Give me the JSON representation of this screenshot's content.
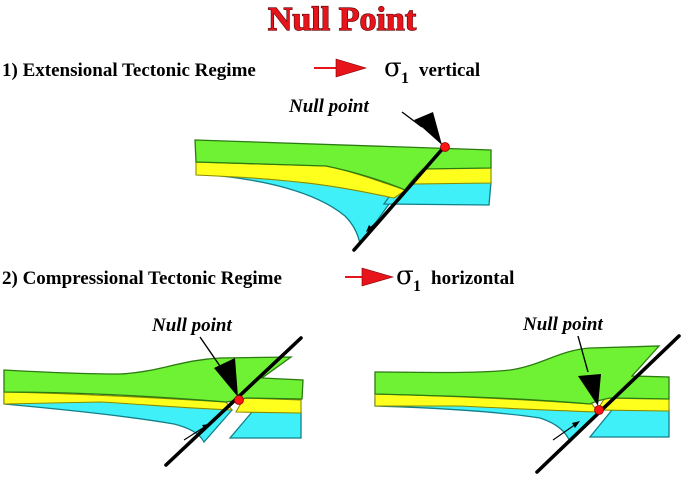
{
  "title": "Null Point",
  "regimes": [
    {
      "heading": "1) Extensional Tectonic Regime",
      "sigma_symbol": "σ",
      "sigma_subscript": "1",
      "sigma_orientation": "vertical",
      "null_point_label": "Null point"
    },
    {
      "heading": "2) Compressional Tectonic Regime",
      "sigma_symbol": "σ",
      "sigma_subscript": "1",
      "sigma_orientation": "horizontal",
      "null_point_labels": [
        "Null point",
        "Null point"
      ]
    }
  ],
  "colors": {
    "title": "#e8141c",
    "arrow": "#e8141c",
    "upper_layer": "#6ff234",
    "middle_layer": "#ffff1e",
    "lower_layer": "#40f0f8",
    "null_point_marker": "#ff1414",
    "fault": "#000000"
  }
}
